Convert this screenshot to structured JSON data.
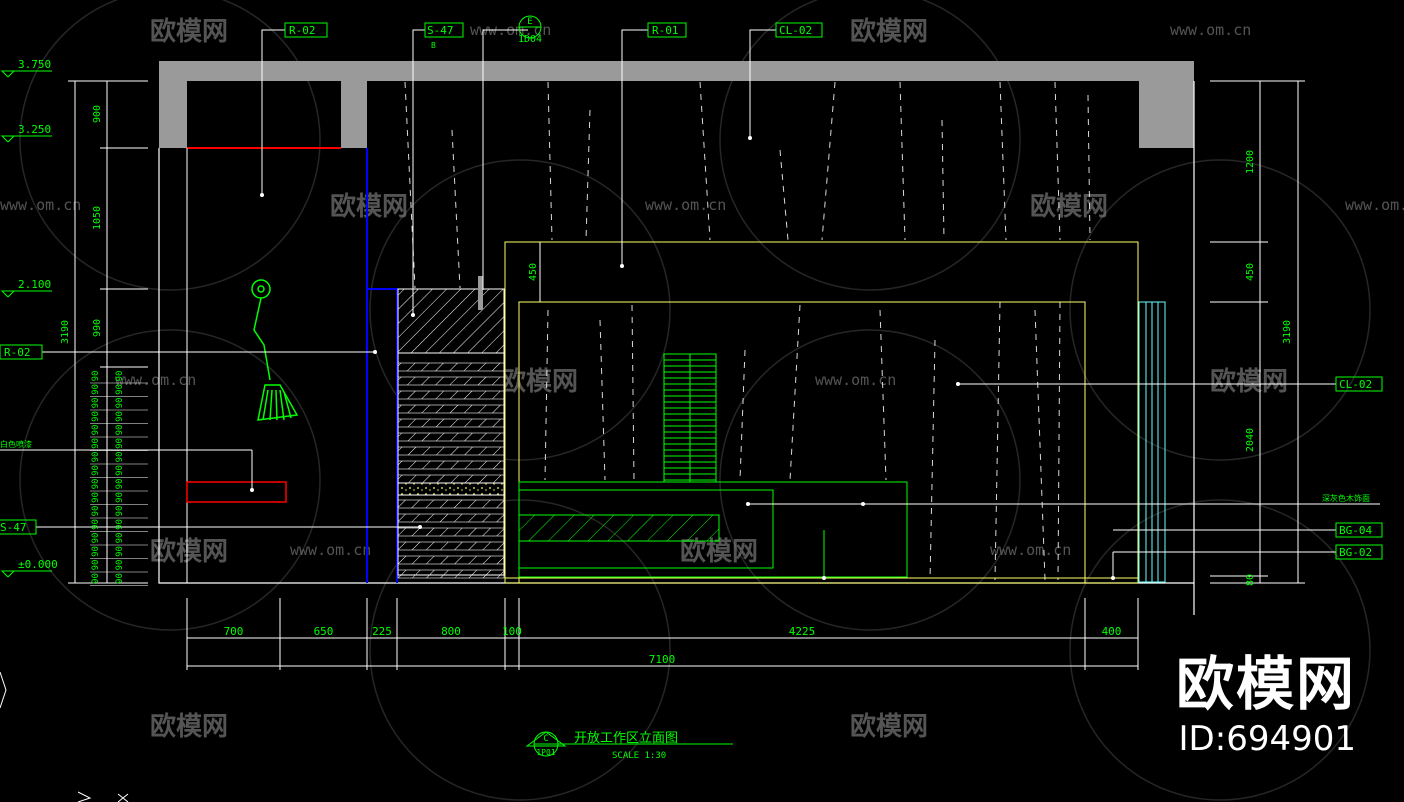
{
  "title": "开放工作区立面图",
  "scale": "SCALE 1:30",
  "title_bubble": {
    "top": "C",
    "bottom": "1P01"
  },
  "section_bubble": {
    "top": "E",
    "bottom": "1D04"
  },
  "tags": {
    "r02_top": "R-02",
    "s47_top": "S-47",
    "s47_note": "B",
    "r01_top": "R-01",
    "cl02_top": "CL-02",
    "r02_left": "R-02",
    "s47_left": "S-47",
    "cl02_right": "CL-02",
    "bg04": "BG-04",
    "bg02": "BG-02"
  },
  "notes": {
    "left_small": "白色喷漆",
    "right_small": "深灰色木饰面"
  },
  "levels": [
    "3.750",
    "3.250",
    "2.100",
    "±0.000"
  ],
  "left_dims": [
    "900",
    "1050",
    "990",
    "3190"
  ],
  "left_stack": [
    "90",
    "90",
    "90",
    "90",
    "90",
    "90",
    "90",
    "90",
    "90",
    "90",
    "90",
    "90",
    "90",
    "90",
    "90",
    "90"
  ],
  "right_dims": [
    "1200",
    "450",
    "2040",
    "80",
    "3190"
  ],
  "inner_dim": "450",
  "bottom_dims": [
    "700",
    "650",
    "225",
    "800",
    "100",
    "4225",
    "400"
  ],
  "bottom_total": "7100",
  "watermarks": {
    "site": "www.om.cn",
    "logo": "欧模网"
  },
  "brand": {
    "name": "欧模网",
    "id": "ID:694901"
  },
  "colors": {
    "green": "#00ff00",
    "yellow": "#ffff66",
    "red": "#ff0000",
    "blue": "#0000ff",
    "gray": "#9a9a9a",
    "cyan": "#66ffff",
    "white": "#ffffff"
  }
}
